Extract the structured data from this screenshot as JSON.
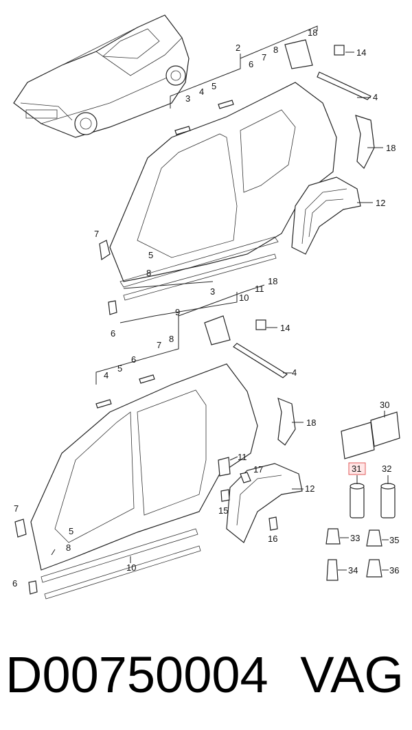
{
  "footer": {
    "code": "D00750004",
    "brand": "VAG"
  },
  "callouts": {
    "c2": "2",
    "c3": "3",
    "c4": "4",
    "c5": "5",
    "c6": "6",
    "c7": "7",
    "c8": "8",
    "c9": "9",
    "c10": "10",
    "c11": "11",
    "c12": "12",
    "c14": "14",
    "c15": "15",
    "c16": "16",
    "c17": "17",
    "c18": "18",
    "c30": "30",
    "c31": "31",
    "c32": "32",
    "c33": "33",
    "c34": "34",
    "c35": "35",
    "c36": "36"
  },
  "highlight": {
    "part": "31",
    "color": "#e05a5a"
  }
}
